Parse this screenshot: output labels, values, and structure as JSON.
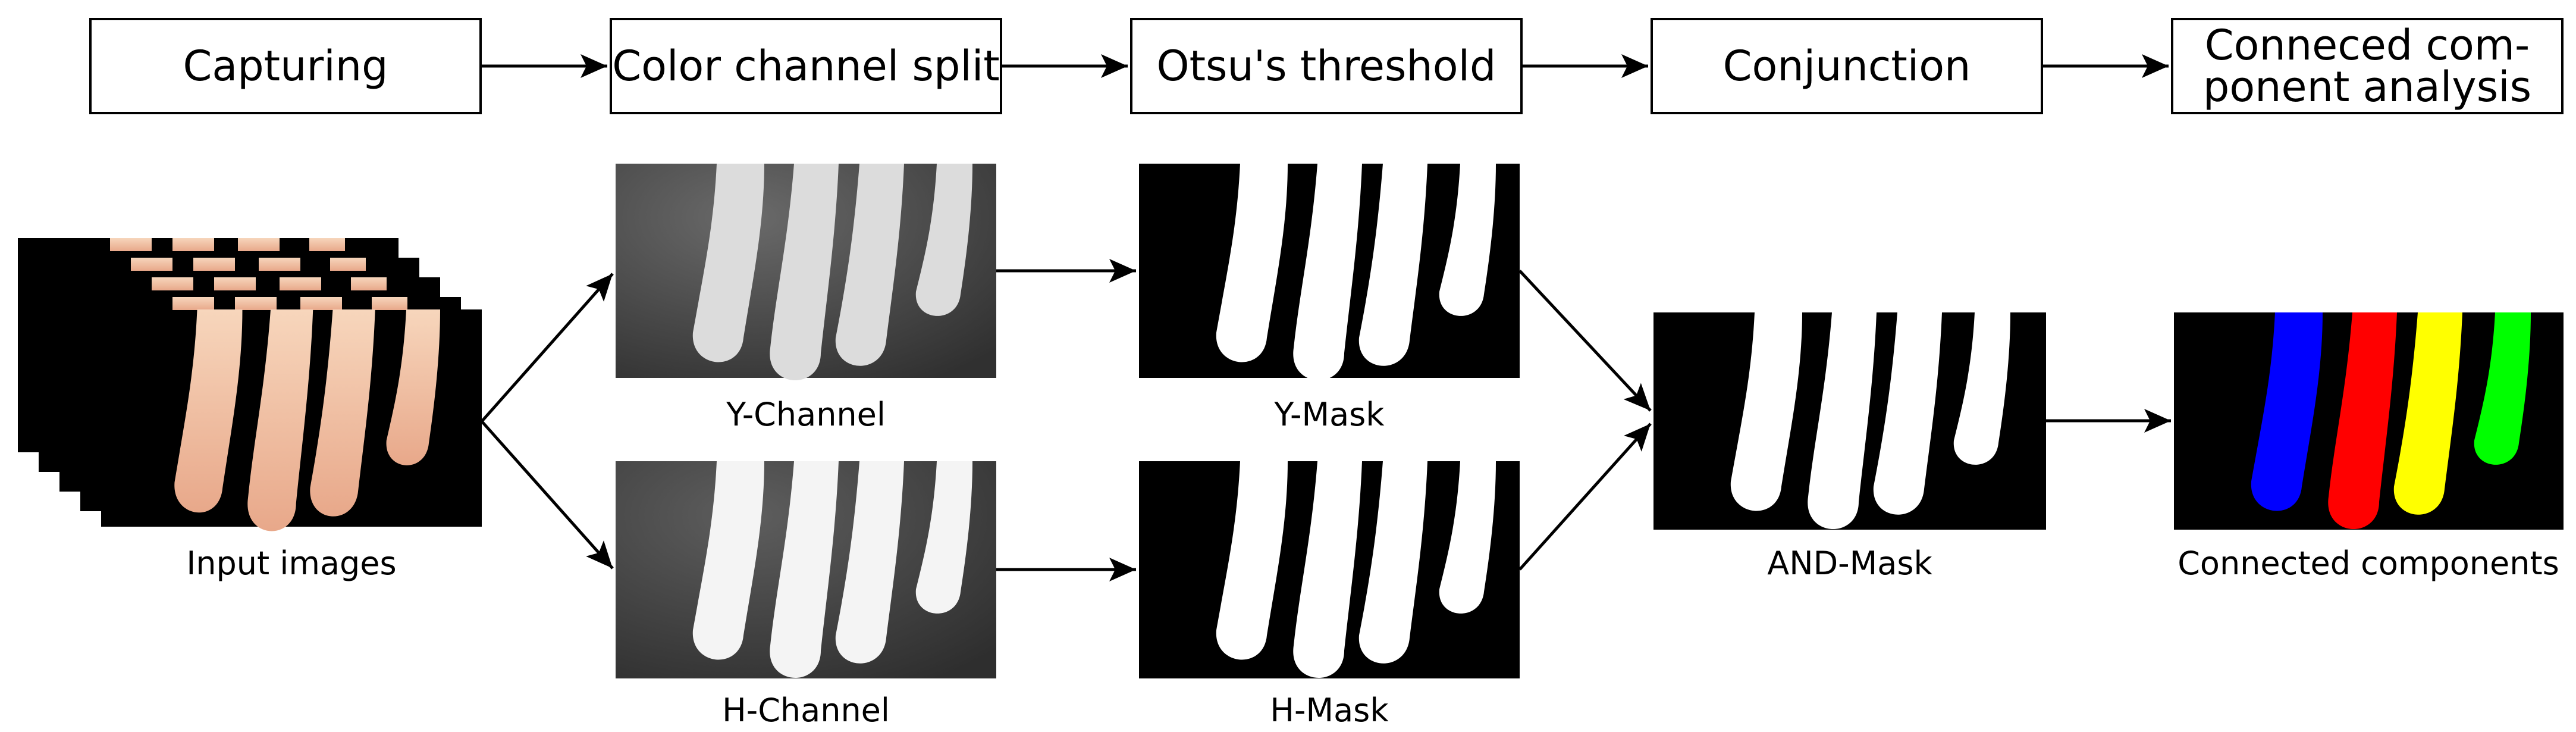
{
  "stages": [
    {
      "label": "Capturing"
    },
    {
      "label": "Color channel split"
    },
    {
      "label": "Otsu's threshold"
    },
    {
      "label": "Conjunction"
    },
    {
      "label": "Conneced com-\nponent analysis"
    }
  ],
  "captions": {
    "input_images": "Input images",
    "y_channel": "Y-Channel",
    "h_channel": "H-Channel",
    "y_mask": "Y-Mask",
    "h_mask": "H-Mask",
    "and_mask": "AND-Mask",
    "connected_components": "Connected components"
  },
  "component_colors": [
    "#0000ff",
    "#ff0000",
    "#ffff00",
    "#00ff00"
  ]
}
